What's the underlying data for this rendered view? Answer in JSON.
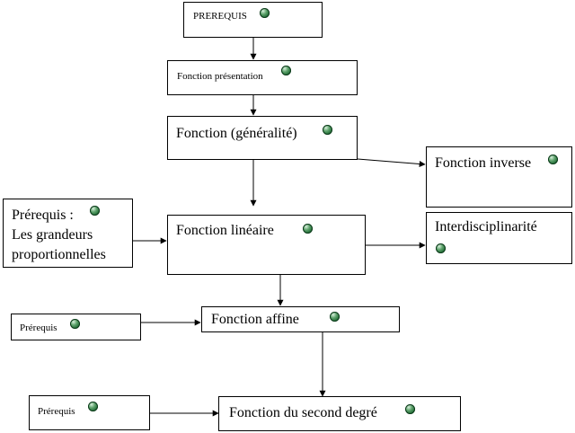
{
  "nodes": {
    "prerequis_top": "PREREQUIS",
    "presentation": "Fonction présentation",
    "generalite": "Fonction (généralité)",
    "inverse": "Fonction inverse",
    "prerequis_grandeurs": "Prérequis :\nLes grandeurs\nproportionnelles",
    "lineaire": "Fonction linéaire",
    "interdisciplinarite": "Interdisciplinarité",
    "prerequis_affine": "Prérequis",
    "affine": "Fonction affine",
    "prerequis_second": "Prérequis",
    "second_degre": "Fonction du second degré"
  },
  "colors": {
    "bullet": "#2e7d43",
    "border": "#000000"
  },
  "icons": {
    "bullet": "green-sphere-icon"
  }
}
